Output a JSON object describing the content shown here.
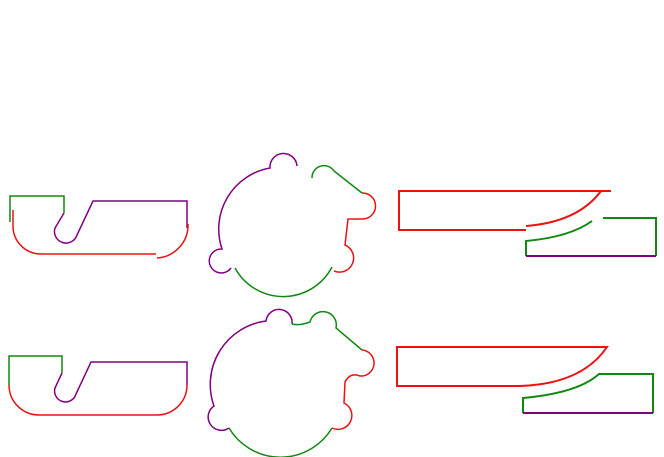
{
  "colors": {
    "red": "#ee1111",
    "purple": "#800080",
    "green": "#118811",
    "background": "#ffffff"
  },
  "shapes": [
    {
      "name": "hook-shape",
      "row": "top",
      "state": "exploded",
      "segments": [
        "green",
        "purple",
        "red"
      ]
    },
    {
      "name": "gear-shape",
      "row": "top",
      "state": "exploded",
      "segments": [
        "purple",
        "green",
        "red"
      ]
    },
    {
      "name": "blade-shape",
      "row": "top",
      "state": "exploded",
      "segments": [
        "red",
        "green",
        "purple"
      ]
    },
    {
      "name": "hook-shape",
      "row": "bottom",
      "state": "assembled",
      "segments": [
        "green",
        "purple",
        "red"
      ]
    },
    {
      "name": "gear-shape",
      "row": "bottom",
      "state": "assembled",
      "segments": [
        "purple",
        "green",
        "red"
      ]
    },
    {
      "name": "blade-shape",
      "row": "bottom",
      "state": "assembled",
      "segments": [
        "red",
        "green",
        "purple"
      ]
    }
  ]
}
